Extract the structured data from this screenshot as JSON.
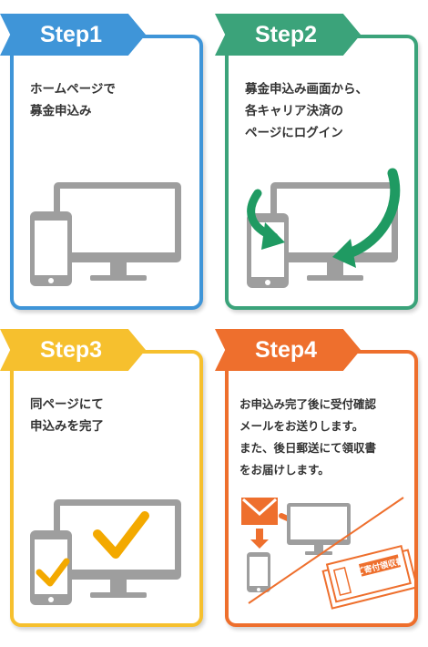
{
  "steps": [
    {
      "label": "Step1",
      "text": "ホームページで\n募金申込み",
      "color": "#3f95d8"
    },
    {
      "label": "Step2",
      "text": "募金申込み画面から、\n各キャリア決済の\nページにログイン",
      "color": "#3ba37a"
    },
    {
      "label": "Step3",
      "text": "同ページにて\n申込みを完了",
      "color": "#f6c02e"
    },
    {
      "label": "Step4",
      "text": "お申込み完了後に受付確認\nメールをお送りします。\nまた、後日郵送にて領収書\nをお届けします。",
      "color": "#ee6f2d"
    }
  ],
  "envelope_label": "ご寄付領収書",
  "icons": {
    "monitor": "monitor-icon",
    "phone": "smartphone-icon",
    "arrow": "curved-arrow-icon",
    "check": "check-icon",
    "mail": "mail-icon",
    "envelope": "envelope-icon"
  }
}
